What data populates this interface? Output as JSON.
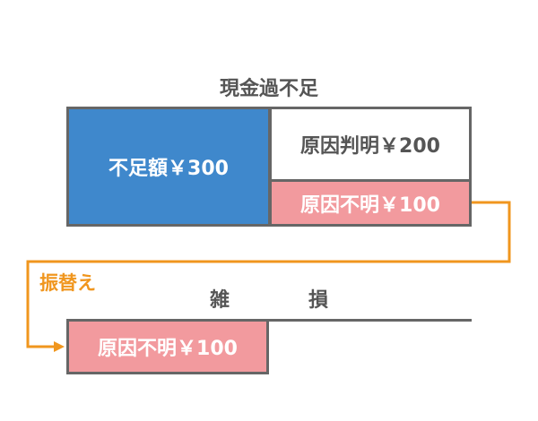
{
  "title": "現金過不足",
  "shortage_box": "不足額￥300",
  "identified_box": "原因判明￥200",
  "unidentified_box": "原因不明￥100",
  "transfer_label": "振替え",
  "loss_account": {
    "left_label": "雑",
    "right_label": "損",
    "entry": "原因不明￥100"
  },
  "colors": {
    "blue": "#3f88cc",
    "pink": "#f29a9e",
    "orange": "#f0961e",
    "border": "#666666",
    "text": "#555555"
  }
}
